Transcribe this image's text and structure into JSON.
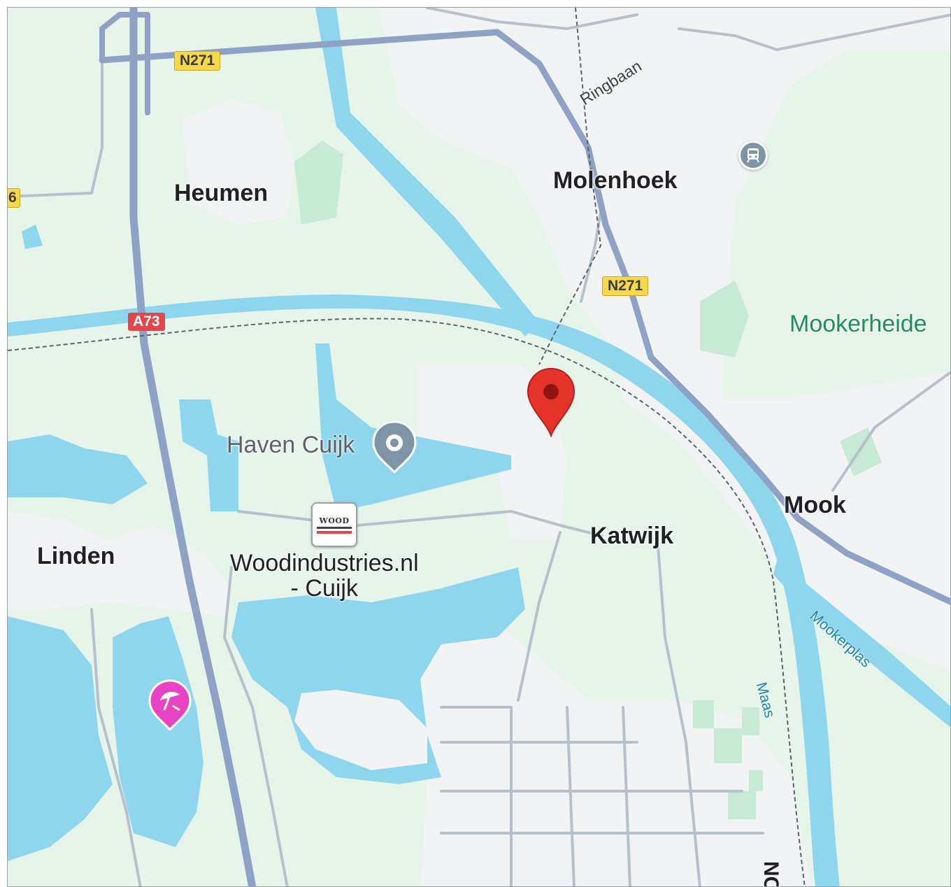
{
  "map": {
    "colors": {
      "land": "#e8f5ec",
      "urban": "#f1f3f4",
      "water": "#8ed6ee",
      "highway": "#8ea2c6",
      "road": "#b7c0cd",
      "marker": "#e5332a"
    },
    "places": {
      "heumen": "Heumen",
      "molenhoek": "Molenhoek",
      "mook": "Mook",
      "katwijk": "Katwijk",
      "linden": "Linden"
    },
    "park": "Mookerheide",
    "pois": {
      "haven": "Haven Cuijk",
      "woodindustries_line1": "Woodindustries.nl",
      "woodindustries_line2": "- Cuijk",
      "wood_logo": "WOOD"
    },
    "road_shields": {
      "n271_top": "N271",
      "n271_mid": "N271",
      "a73": "A73",
      "edge_left": "6",
      "edge_bottom": "NC"
    },
    "road_names": {
      "ringbaan": "Ringbaan"
    },
    "water_names": {
      "maas": "Maas",
      "mookerplas": "Mookerplas"
    },
    "icons": {
      "marker": "red-map-pin-icon",
      "haven": "harbor-pin-icon",
      "train": "train-station-icon",
      "beach": "beach-umbrella-icon"
    }
  }
}
